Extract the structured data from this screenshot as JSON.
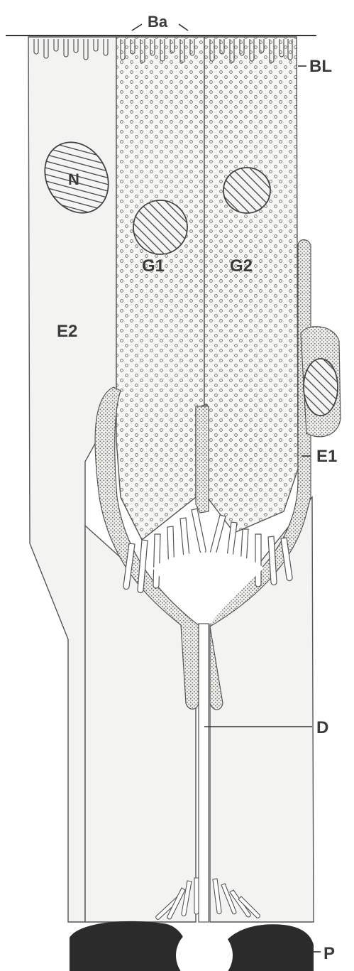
{
  "labels": {
    "ba": "Ba",
    "bl": "BL",
    "n": "N",
    "g1": "G1",
    "g2": "G2",
    "e2": "E2",
    "e1": "E1",
    "d": "D",
    "p": "P"
  },
  "colors": {
    "background": "#ffffff",
    "cell_fill": "#f3f3f1",
    "ink": "#3a3a3a",
    "dark_mass": "#2b2b2b"
  }
}
